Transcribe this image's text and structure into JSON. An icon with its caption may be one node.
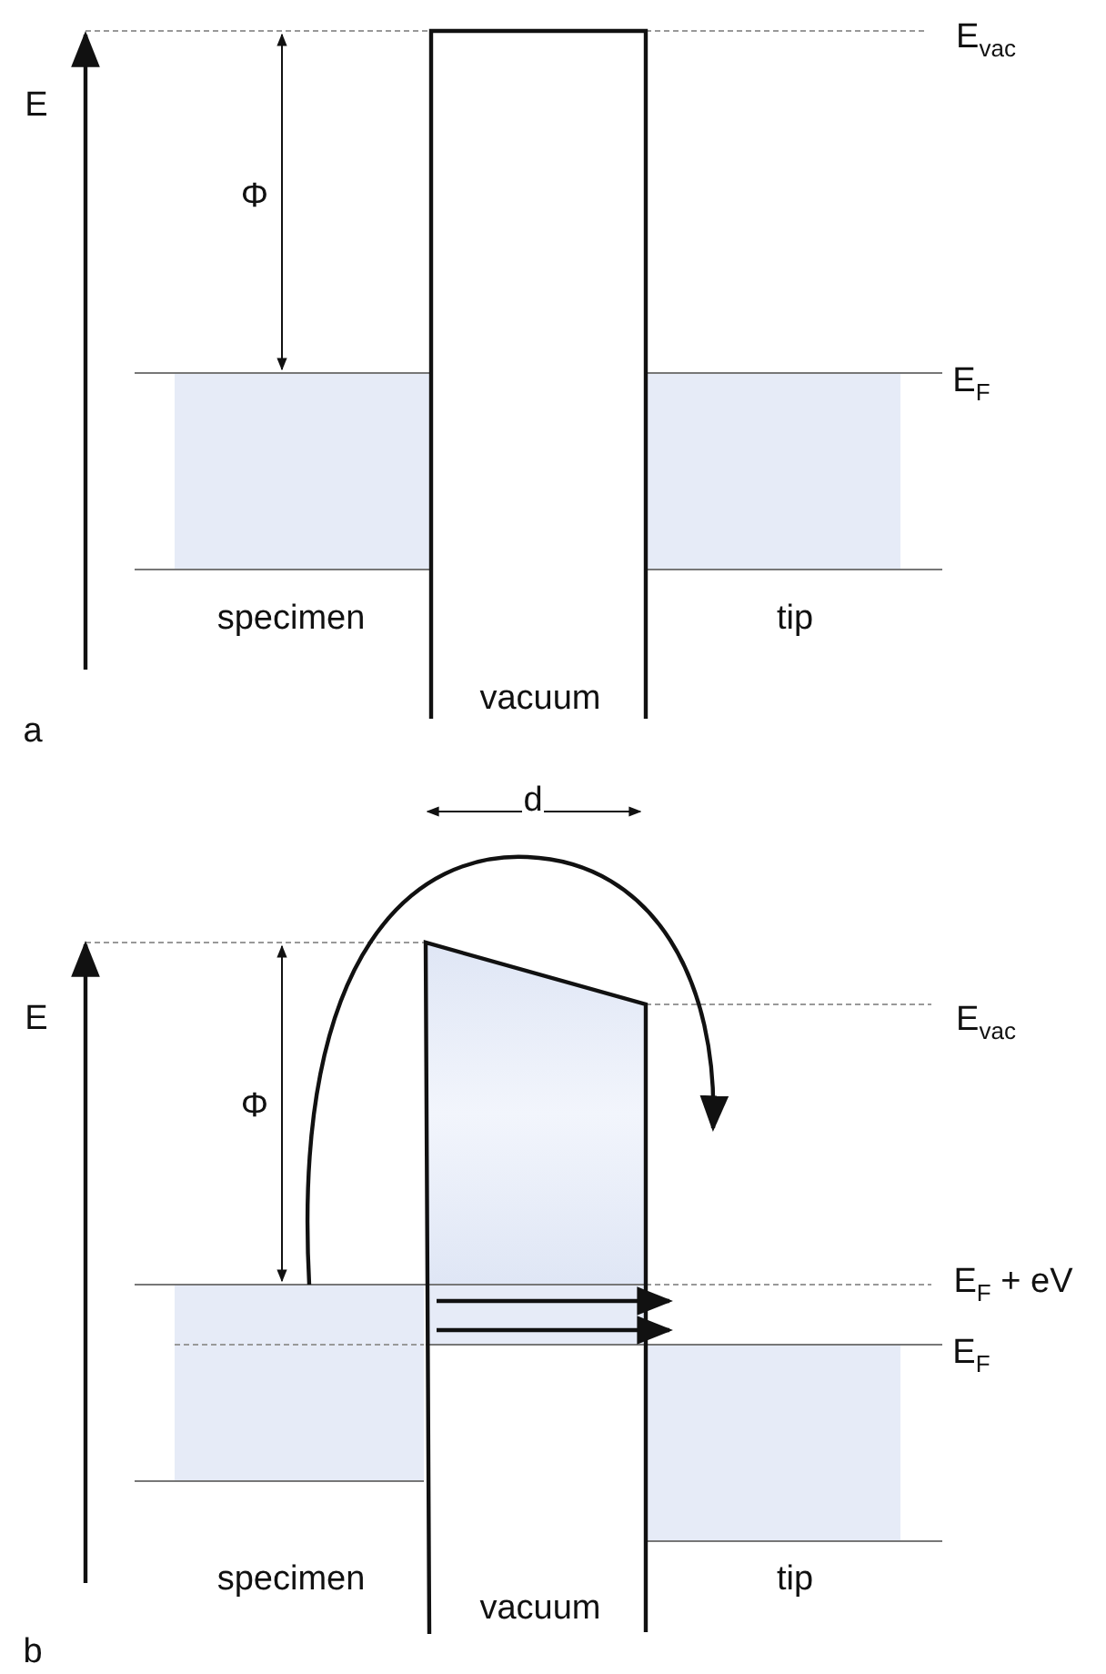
{
  "diagram": {
    "labels": [
      "E",
      "E$_{vac}$",
      "Φ",
      "E$_{F}$",
      "specimen",
      "vacuum",
      "tip",
      "a",
      "d",
      "E",
      "E$_{vac}$",
      "Φ",
      "E$_{F}$ + eV",
      "E$_{F}$",
      "specimen",
      "vacuum",
      "tip",
      "b"
    ]
  }
}
